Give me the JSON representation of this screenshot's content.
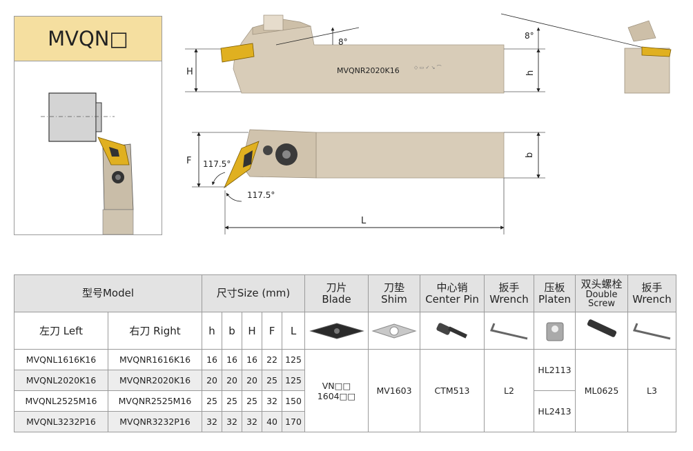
{
  "header": {
    "model_label": "MVQN□"
  },
  "drawing": {
    "body_engraving": "MVQNR2020K16",
    "angle_clearance": "8°",
    "angle_lead_a": "117.5°",
    "angle_lead_b": "117.5°",
    "dims": {
      "H": "H",
      "h": "h",
      "F": "F",
      "b": "b",
      "L": "L"
    }
  },
  "table": {
    "model_header": "型号Model",
    "size_header": "尺寸Size (mm)",
    "parts": [
      {
        "zh": "刀片",
        "en": "Blade"
      },
      {
        "zh": "刀垫",
        "en": "Shim"
      },
      {
        "zh": "中心销",
        "en": "Center Pin"
      },
      {
        "zh": "扳手",
        "en": "Wrench"
      },
      {
        "zh": "压板",
        "en": "Platen"
      },
      {
        "zh": "双头螺栓",
        "en": "Double Screw"
      },
      {
        "zh": "扳手",
        "en": "Wrench"
      }
    ],
    "left_header": "左刀 Left",
    "right_header": "右刀 Right",
    "size_cols": [
      "h",
      "b",
      "H",
      "F",
      "L"
    ],
    "rows": [
      {
        "left": "MVQNL1616K16",
        "right": "MVQNR1616K16",
        "h": "16",
        "b": "16",
        "H": "16",
        "F": "22",
        "L": "125"
      },
      {
        "left": "MVQNL2020K16",
        "right": "MVQNR2020K16",
        "h": "20",
        "b": "20",
        "H": "20",
        "F": "25",
        "L": "125"
      },
      {
        "left": "MVQNL2525M16",
        "right": "MVQNR2525M16",
        "h": "25",
        "b": "25",
        "H": "25",
        "F": "32",
        "L": "150"
      },
      {
        "left": "MVQNL3232P16",
        "right": "MVQNR3232P16",
        "h": "32",
        "b": "32",
        "H": "32",
        "F": "40",
        "L": "170"
      }
    ],
    "blade": {
      "line1": "VN□□",
      "line2": "1604□□"
    },
    "shim": "MV1603",
    "center_pin": "CTM513",
    "wrench1": "L2",
    "platen": [
      "HL2113",
      "HL2413"
    ],
    "double_screw": "ML0625",
    "wrench2": "L3"
  },
  "colors": {
    "title_bg": "#f5dfa0",
    "header_bg": "#e3e3e3",
    "zebra": "#ededed",
    "insert": "#e0b020",
    "body": "#d8ccb8"
  }
}
